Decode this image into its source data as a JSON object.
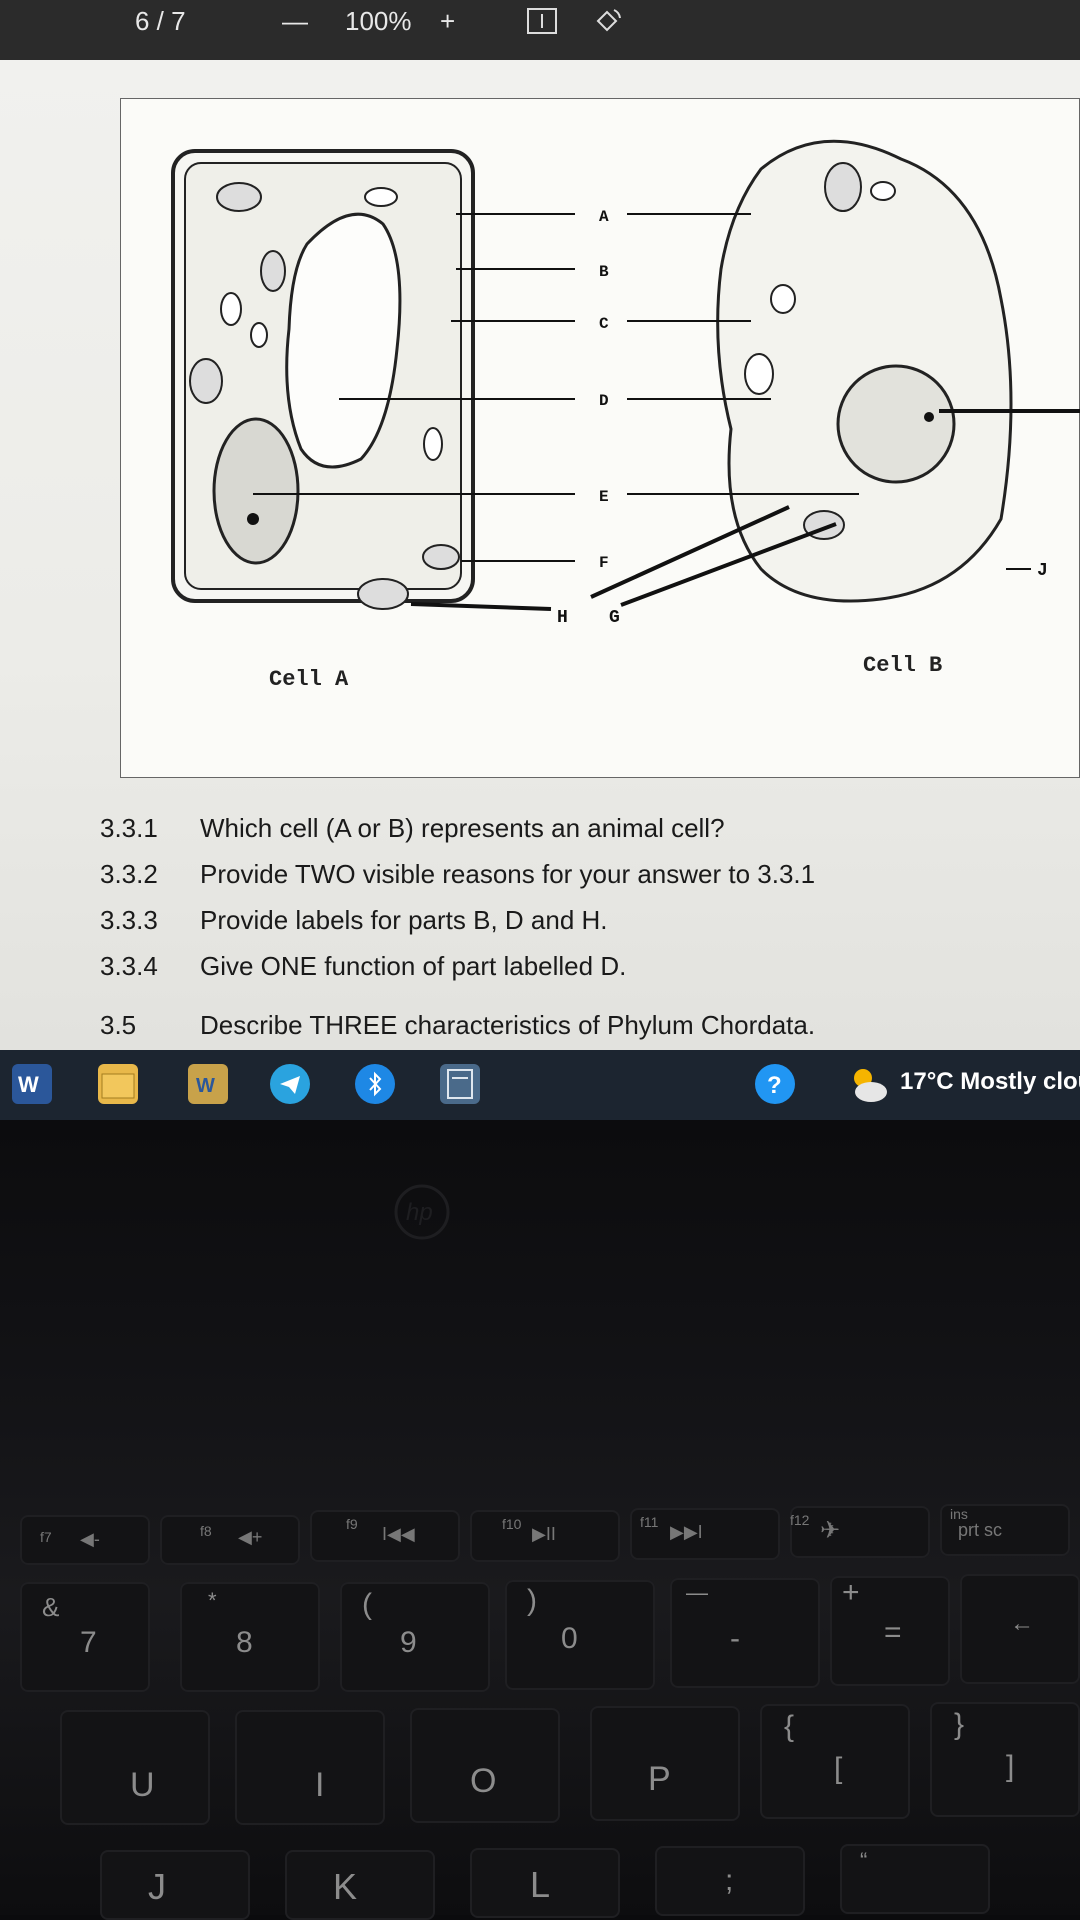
{
  "viewer": {
    "page_indicator": "6 / 7",
    "zoom_out": "—",
    "zoom_level": "100%",
    "zoom_in": "+"
  },
  "figure": {
    "labels": [
      "A",
      "B",
      "C",
      "D",
      "E",
      "F",
      "H",
      "G",
      "J"
    ],
    "cell_a_caption": "Cell A",
    "cell_b_caption": "Cell B"
  },
  "questions": [
    {
      "num": "3.3.1",
      "text": "Which cell (A or B) represents an animal cell?"
    },
    {
      "num": "3.3.2",
      "text": "Provide TWO visible reasons for your answer to 3.3.1"
    },
    {
      "num": "3.3.3",
      "text": "Provide labels for parts B, D and H."
    },
    {
      "num": "3.3.4",
      "text": "Give ONE function of part labelled D."
    },
    {
      "num": "3.5",
      "text": "Describe THREE characteristics of Phylum Chordata."
    }
  ],
  "taskbar": {
    "weather": "17°C Mostly clou",
    "icons": [
      "word-icon",
      "file-explorer-icon",
      "word-doc-icon",
      "telegram-icon",
      "bluetooth-icon",
      "calculator-icon",
      "help-icon",
      "weather-icon"
    ],
    "colors": {
      "word": "#2b579a",
      "telegram": "#2aa3df",
      "bluetooth": "#1e88e5",
      "help": "#2196f3"
    }
  },
  "keyboard": {
    "brand": "hp",
    "fkeys": [
      "f7",
      "f8",
      "f9",
      "f10",
      "f11",
      "f12",
      "ins"
    ],
    "fkey_symbols": [
      "◀-",
      "◀+",
      "I◀◀",
      "▶II",
      "▶▶I",
      "✈",
      "prt sc"
    ],
    "number_row": [
      {
        "top": "&",
        "main": "7"
      },
      {
        "top": "*",
        "main": "8"
      },
      {
        "top": "(",
        "main": "9"
      },
      {
        "top": ")",
        "main": "0"
      },
      {
        "top": "—",
        "main": "-"
      },
      {
        "top": "+",
        "main": "="
      },
      {
        "top": "",
        "main": "←"
      }
    ],
    "letter_row": [
      "U",
      "I",
      "O",
      "P",
      "{",
      "[",
      "}",
      "]"
    ],
    "home_row": [
      "J",
      "K",
      "L",
      ";",
      "“"
    ]
  }
}
